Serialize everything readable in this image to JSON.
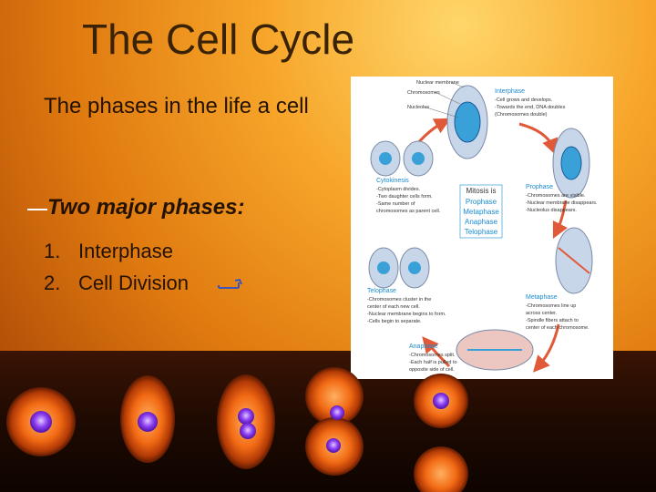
{
  "slide": {
    "title": "The Cell Cycle",
    "intro": "The phases in the life a cell",
    "heading": "Two major phases:",
    "list": [
      {
        "num": "1.",
        "text": "Interphase"
      },
      {
        "num": "2.",
        "text": "Cell Division"
      }
    ]
  },
  "diagram": {
    "labels": {
      "nuclear_membrane": "Nuclear membrane",
      "chromosomes": "Chromosomes",
      "nucleolus": "Nucleolus"
    },
    "center": {
      "title1": "Mitosis is",
      "phases": [
        "Prophase",
        "Metaphase",
        "Anaphase",
        "Telophase"
      ]
    },
    "stages": {
      "interphase": {
        "title": "Interphase",
        "lines": [
          "-Cell grows and develops.",
          "-Towards the end, DNA doubles",
          "(Chromosomes double)"
        ]
      },
      "prophase": {
        "title": "Prophase",
        "lines": [
          "-Chromosomes are visible.",
          "-Nuclear membrane disappears.",
          "-Nucleolus disappears."
        ]
      },
      "metaphase": {
        "title": "Metaphase",
        "lines": [
          "-Chromosomes line up",
          "across center.",
          "-Spindle fibers attach to",
          "center of each chromosome."
        ]
      },
      "anaphase": {
        "title": "Anaphase",
        "lines": [
          "-Chromosomes split.",
          "-Each half is pulled to",
          "opposite side of cell."
        ]
      },
      "telophase": {
        "title": "Telophase",
        "lines": [
          "-Chromosomes cluster in the",
          "center of each new cell.",
          "-Nuclear membrane begins to form.",
          "-Cells begin to separate."
        ]
      },
      "cytokinesis": {
        "title": "Cytokinesis",
        "lines": [
          "-Cytoplasm divides.",
          "-Two daughter cells form.",
          "-Same number of",
          "chromosomes as parent cell."
        ]
      }
    }
  },
  "colors": {
    "diagram_cell": "#c8d6ea",
    "diagram_nucleus": "#3aa0d8",
    "diagram_arrow": "#e05a3a",
    "diagram_text_accent": "#1a8ad0",
    "orb_glow": "#ff6a1a",
    "orb_core": "#8a3cf0"
  }
}
